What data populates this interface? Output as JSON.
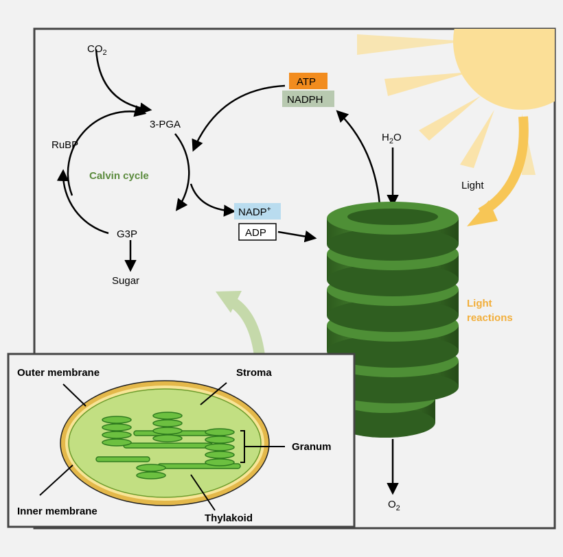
{
  "labels": {
    "co2": "CO",
    "co2_sub": "2",
    "pga": "3-PGA",
    "rubp": "RuBP",
    "calvin": "Calvin cycle",
    "g3p": "G3P",
    "sugar": "Sugar",
    "atp": "ATP",
    "nadph": "NADPH",
    "nadp": "NADP",
    "nadp_sup": "+",
    "adp": "ADP",
    "h2o_h": "H",
    "h2o_sub": "2",
    "h2o_o": "O",
    "light": "Light",
    "light_reactions_1": "Light",
    "light_reactions_2": "reactions",
    "o2": "O",
    "o2_sub": "2"
  },
  "inset": {
    "outer_membrane": "Outer membrane",
    "stroma": "Stroma",
    "granum": "Granum",
    "inner_membrane": "Inner membrane",
    "thylakoid": "Thylakoid"
  },
  "colors": {
    "calvin_text": "#5a8a3c",
    "light_reactions_text": "#f2ae3a",
    "atp_box": "#f28c1e",
    "nadph_box": "#b8c9b0",
    "nadp_box": "#b9dcef",
    "granum_green": "#3f7a2b",
    "stroma_fill": "#c2df82",
    "sun": "#fbdf97"
  }
}
